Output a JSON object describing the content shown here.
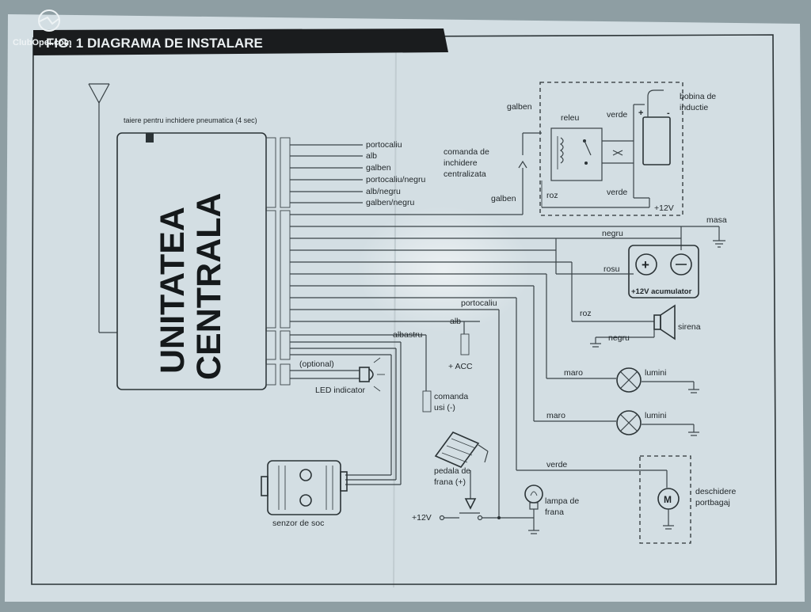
{
  "watermark": "ClubOpel.com",
  "title": "FIG. 1 DIAGRAMA DE INSTALARE",
  "note_top": "taiere pentru inchidere pneumatica (4 sec)",
  "central_unit": {
    "line1": "UNITATEA",
    "line2": "CENTRALA"
  },
  "wires_top": [
    "portocaliu",
    "alb",
    "galben",
    "portocaliu/negru",
    "alb/negru",
    "galben/negru"
  ],
  "lock_command": {
    "line1": "comanda de",
    "line2": "inchidere",
    "line3": "centralizata"
  },
  "relay": {
    "label_galben_top": "galben",
    "label_galben_bottom": "galben",
    "label_releu": "releu",
    "label_roz": "roz",
    "label_verde_top": "verde",
    "label_verde_bottom": "verde",
    "label_12v": "+12V"
  },
  "coil": {
    "line1": "bobina de",
    "line2": "inductie"
  },
  "masa": "masa",
  "battery": {
    "label_negru": "negru",
    "label_rosu": "rosu",
    "caption": "+12V acumulator"
  },
  "siren": {
    "label_roz": "roz",
    "label_negru": "negru",
    "caption": "sirena"
  },
  "aux": {
    "label_albastru": "albastru",
    "label_portocaliu": "portocaliu",
    "label_alb": "alb",
    "label_acc": "+ ACC"
  },
  "door": {
    "line1": "comanda",
    "line2": "usi (-)"
  },
  "led": {
    "optional": "(optional)",
    "caption": "LED indicator"
  },
  "lights": [
    {
      "wire": "maro",
      "caption": "lumini"
    },
    {
      "wire": "maro",
      "caption": "lumini"
    }
  ],
  "trunk": {
    "wire": "verde",
    "line1": "deschidere",
    "line2": "portbagaj",
    "motor_symbol": "M"
  },
  "brake_pedal": {
    "line1": "pedala de",
    "line2": "frana (+)"
  },
  "brake_lamp": {
    "line1": "lampa de",
    "line2": "frana"
  },
  "brake_12v": "+12V",
  "shock_sensor": "senzor de soc",
  "colors": {
    "paper": "#d3dee3",
    "ink": "#2b3336",
    "title_band": "#1a1c1e"
  }
}
